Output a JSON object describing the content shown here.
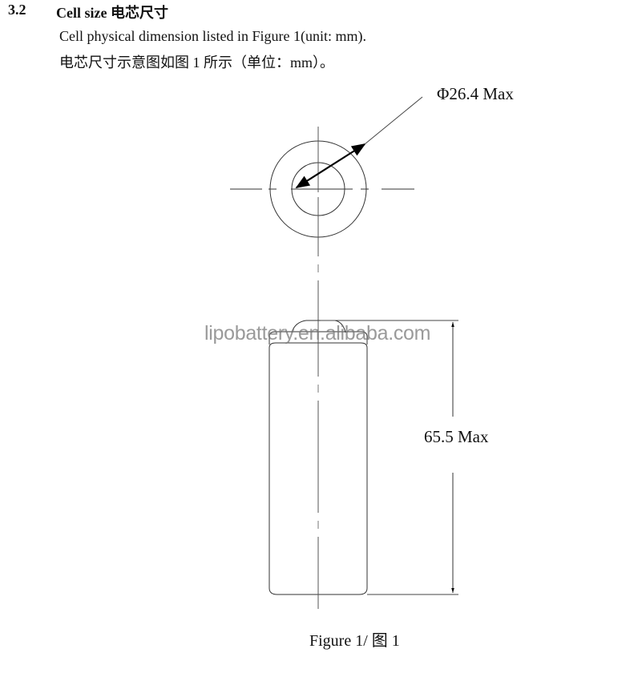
{
  "section": {
    "number": "3.2",
    "title": "Cell size 电芯尺寸",
    "description_en": "Cell physical dimension listed in Figure 1(unit: mm).",
    "description_zh": "电芯尺寸示意图如图 1 所示（单位：mm）。"
  },
  "figure": {
    "diameter_label": "Φ26.4 Max",
    "height_label": "65.5 Max",
    "caption": "Figure 1/  图 1",
    "watermark": "lipobattery.en.alibaba.com",
    "line_color": "#333333"
  }
}
